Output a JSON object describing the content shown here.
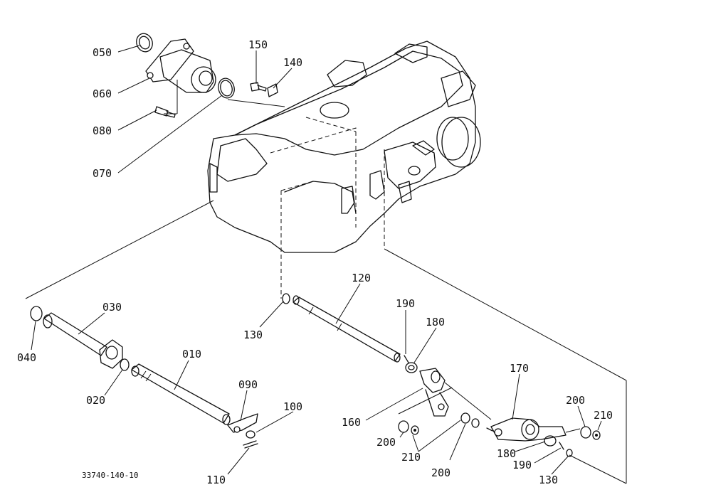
{
  "diagram": {
    "drawing_code": "33740-140-10",
    "parts": [
      {
        "id": "p050",
        "num": "050"
      },
      {
        "id": "p060",
        "num": "060"
      },
      {
        "id": "p080",
        "num": "080"
      },
      {
        "id": "p070",
        "num": "070"
      },
      {
        "id": "p150",
        "num": "150"
      },
      {
        "id": "p140",
        "num": "140"
      },
      {
        "id": "p030",
        "num": "030"
      },
      {
        "id": "p040",
        "num": "040"
      },
      {
        "id": "p020",
        "num": "020"
      },
      {
        "id": "p010",
        "num": "010"
      },
      {
        "id": "p090",
        "num": "090"
      },
      {
        "id": "p100",
        "num": "100"
      },
      {
        "id": "p110",
        "num": "110"
      },
      {
        "id": "p120",
        "num": "120"
      },
      {
        "id": "p130a",
        "num": "130"
      },
      {
        "id": "p190a",
        "num": "190"
      },
      {
        "id": "p180a",
        "num": "180"
      },
      {
        "id": "p160",
        "num": "160"
      },
      {
        "id": "p200a",
        "num": "200"
      },
      {
        "id": "p210a",
        "num": "210"
      },
      {
        "id": "p200b",
        "num": "200"
      },
      {
        "id": "p170",
        "num": "170"
      },
      {
        "id": "p200c",
        "num": "200"
      },
      {
        "id": "p210b",
        "num": "210"
      },
      {
        "id": "p180b",
        "num": "180"
      },
      {
        "id": "p190b",
        "num": "190"
      },
      {
        "id": "p130b",
        "num": "130"
      }
    ]
  }
}
